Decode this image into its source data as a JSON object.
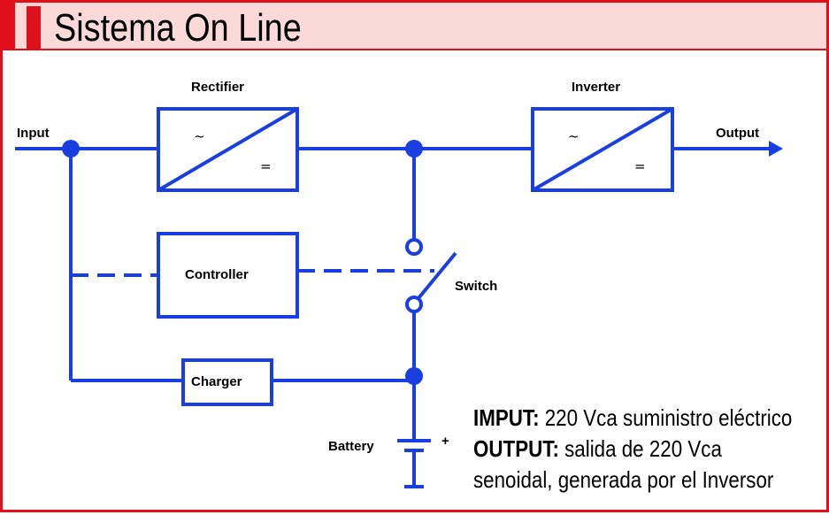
{
  "title": "Sistema On Line",
  "labels": {
    "input": "Input",
    "output": "Output",
    "rectifier": "Rectifier",
    "inverter": "Inverter",
    "controller": "Controller",
    "switch": "Switch",
    "charger": "Charger",
    "battery": "Battery",
    "battery_plus": "+",
    "ac_symbol": "~",
    "dc_symbol": "="
  },
  "notes": {
    "input_key": "IMPUT:",
    "input_text": " 220 Vca suministro eléctrico",
    "output_key": "OUTPUT:",
    "output_text": " salida de 220 Vca",
    "output_text2": "senoidal, generada por el Inversor"
  },
  "colors": {
    "accent": "#e0101a",
    "title_bg": "#fbd9d9",
    "line": "#1a3fe0"
  }
}
